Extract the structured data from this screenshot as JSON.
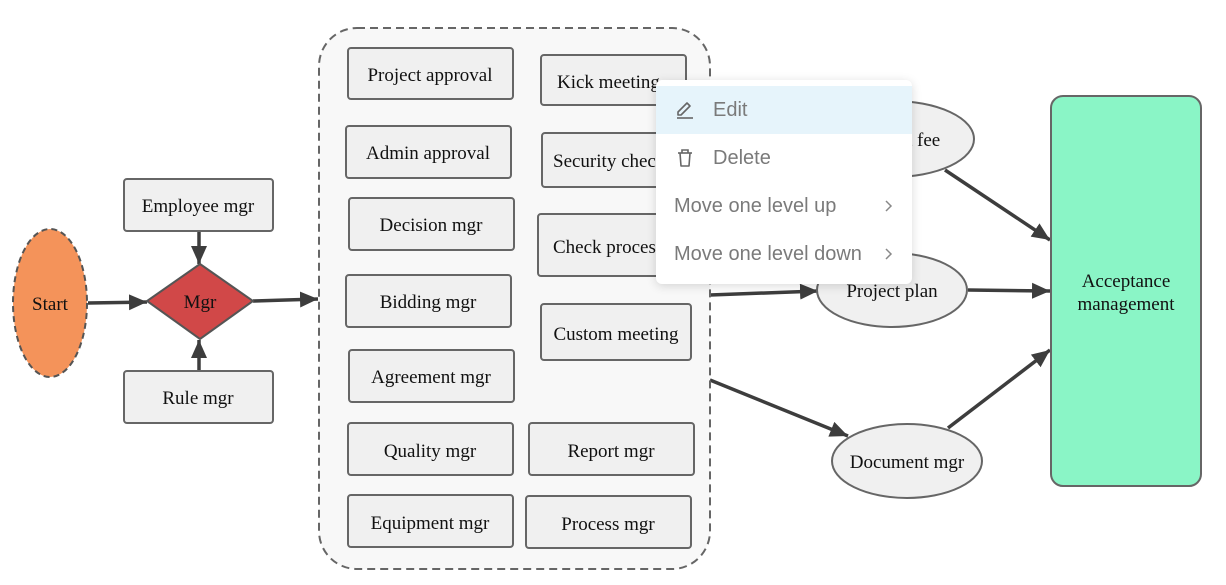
{
  "diagram": {
    "start": "Start",
    "decision": "Mgr",
    "employee_mgr": "Employee mgr",
    "rule_mgr": "Rule mgr",
    "group_left": [
      "Project approval",
      "Admin approval",
      "Decision mgr",
      "Bidding mgr",
      "Agreement mgr",
      "Quality mgr",
      "Equipment mgr"
    ],
    "group_right": [
      "Kick meeting",
      "Security check",
      "Check process",
      "Custom meeting",
      "Report mgr",
      "Process mgr"
    ],
    "payment_fee": "Payment fee",
    "project_plan": "Project plan",
    "document_mgr": "Document mgr",
    "acceptance_line1": "Acceptance",
    "acceptance_line2": "management"
  },
  "colors": {
    "start_fill": "#f4935a",
    "decision_fill": "#d14848",
    "acceptance_fill": "#8af5c6",
    "node_fill": "#f0f0f0",
    "edge": "#3d3d3d",
    "menu_highlight": "#e6f4fb"
  },
  "context_menu": {
    "items": [
      {
        "label": "Edit",
        "icon": "pencil-icon"
      },
      {
        "label": "Delete",
        "icon": "trash-icon"
      },
      {
        "label": "Move one level up",
        "icon": "chevron-right-icon"
      },
      {
        "label": "Move one level down",
        "icon": "chevron-right-icon"
      }
    ]
  }
}
